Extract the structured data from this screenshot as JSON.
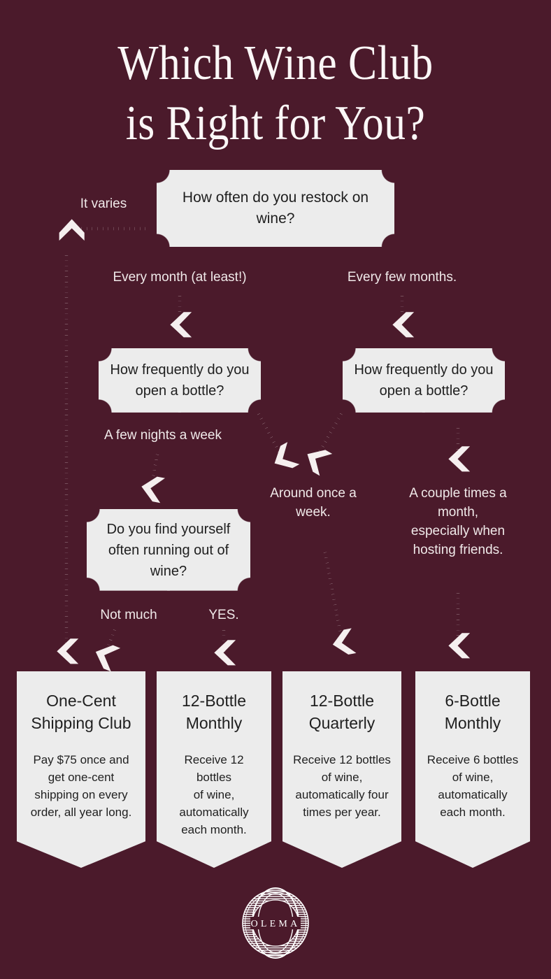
{
  "colors": {
    "background": "#4B1A2B",
    "card": "#ECECEC",
    "card_text": "#1E1E1E",
    "label_text": "#F0E9E9",
    "title_text": "#FBF7F7",
    "arrow": "#F5EFEF"
  },
  "title": {
    "line1": "Which Wine Club",
    "line2": "is Right for You?"
  },
  "nodes": {
    "q_restock": "How often do you restock on wine?",
    "q_open_left": "How frequently do you open a bottle?",
    "q_open_right": "How frequently do you open a bottle?",
    "q_running_out": "Do you find yourself often running out of wine?"
  },
  "labels": {
    "it_varies": "It varies",
    "every_month": "Every month (at least!)",
    "every_few_months": "Every few months.",
    "few_nights_week": "A few nights a week",
    "around_once_week": "Around once a\nweek.",
    "couple_times_month": "A couple times a\nmonth,\nespecially when\nhosting friends.",
    "not_much": "Not much",
    "yes": "YES."
  },
  "results": [
    {
      "title": "One-Cent\nShipping Club",
      "description": "Pay $75 once and\nget one-cent\nshipping on every\norder, all year long."
    },
    {
      "title": "12-Bottle\nMonthly",
      "description": "Receive 12 bottles\nof wine,\nautomatically\neach month."
    },
    {
      "title": "12-Bottle\nQuarterly",
      "description": "Receive 12 bottles\nof wine,\nautomatically four\ntimes per year."
    },
    {
      "title": "6-Bottle\nMonthly",
      "description": "Receive 6 bottles\nof wine,\nautomatically\neach month."
    }
  ],
  "logo": {
    "wordmark": "OLEMA"
  }
}
